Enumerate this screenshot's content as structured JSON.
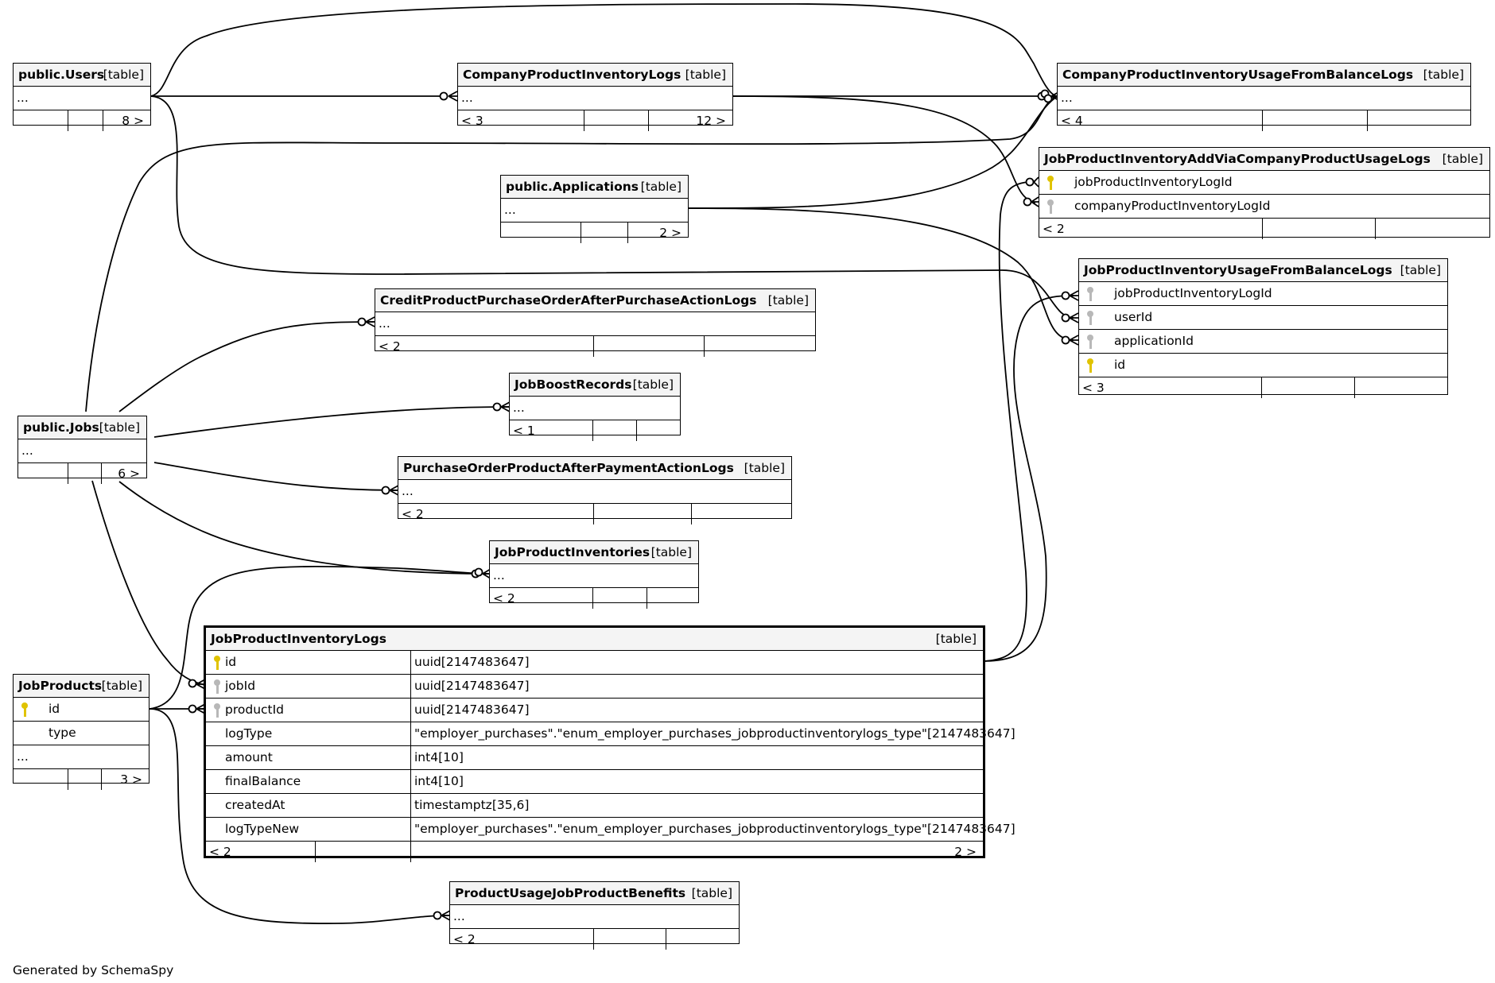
{
  "diagram": {
    "credit": "Generated by SchemaSpy",
    "tables": {
      "users": {
        "name": "public.Users",
        "kind": "[table]",
        "row": "...",
        "left": "",
        "right": "8 >"
      },
      "cpil": {
        "name": "CompanyProductInventoryLogs",
        "kind": "[table]",
        "row": "...",
        "left": "< 3",
        "right": "12 >"
      },
      "cpiufbl": {
        "name": "CompanyProductInventoryUsageFromBalanceLogs",
        "kind": "[table]",
        "row": "...",
        "left": "< 4",
        "right": ""
      },
      "jpiavcpul": {
        "name": "JobProductInventoryAddViaCompanyProductUsageLogs",
        "kind": "[table]",
        "columns": [
          {
            "name": "jobProductInventoryLogId",
            "key": "pk"
          },
          {
            "name": "companyProductInventoryLogId",
            "key": "fk"
          }
        ],
        "left": "< 2",
        "right": ""
      },
      "apps": {
        "name": "public.Applications",
        "kind": "[table]",
        "row": "...",
        "left": "",
        "right": "2 >"
      },
      "jpiufbl": {
        "name": "JobProductInventoryUsageFromBalanceLogs",
        "kind": "[table]",
        "columns": [
          {
            "name": "jobProductInventoryLogId",
            "key": "fk"
          },
          {
            "name": "userId",
            "key": "fk"
          },
          {
            "name": "applicationId",
            "key": "fk"
          },
          {
            "name": "id",
            "key": "pk"
          }
        ],
        "left": "< 3",
        "right": ""
      },
      "cppoapal": {
        "name": "CreditProductPurchaseOrderAfterPurchaseActionLogs",
        "kind": "[table]",
        "row": "...",
        "left": "< 2",
        "right": ""
      },
      "jbr": {
        "name": "JobBoostRecords",
        "kind": "[table]",
        "row": "...",
        "left": "< 1",
        "right": ""
      },
      "jobs": {
        "name": "public.Jobs",
        "kind": "[table]",
        "row": "...",
        "left": "",
        "right": "6 >"
      },
      "popapal": {
        "name": "PurchaseOrderProductAfterPaymentActionLogs",
        "kind": "[table]",
        "row": "...",
        "left": "< 2",
        "right": ""
      },
      "jpinv": {
        "name": "JobProductInventories",
        "kind": "[table]",
        "row": "...",
        "left": "< 2",
        "right": ""
      },
      "jpil": {
        "name": "JobProductInventoryLogs",
        "kind": "[table]",
        "columns": [
          {
            "name": "id",
            "key": "pk",
            "type": "uuid[2147483647]"
          },
          {
            "name": "jobId",
            "key": "fk",
            "type": "uuid[2147483647]"
          },
          {
            "name": "productId",
            "key": "fk",
            "type": "uuid[2147483647]"
          },
          {
            "name": "logType",
            "key": "",
            "type": "\"employer_purchases\".\"enum_employer_purchases_jobproductinventorylogs_type\"[2147483647]"
          },
          {
            "name": "amount",
            "key": "",
            "type": "int4[10]"
          },
          {
            "name": "finalBalance",
            "key": "",
            "type": "int4[10]"
          },
          {
            "name": "createdAt",
            "key": "",
            "type": "timestamptz[35,6]"
          },
          {
            "name": "logTypeNew",
            "key": "",
            "type": "\"employer_purchases\".\"enum_employer_purchases_jobproductinventorylogs_type\"[2147483647]"
          }
        ],
        "left": "< 2",
        "right": "2 >"
      },
      "jobproducts": {
        "name": "JobProducts",
        "kind": "[table]",
        "columns": [
          {
            "name": "id",
            "key": "pk"
          },
          {
            "name": "type",
            "key": ""
          }
        ],
        "row": "...",
        "left": "",
        "right": "3 >"
      },
      "pujpb": {
        "name": "ProductUsageJobProductBenefits",
        "kind": "[table]",
        "row": "...",
        "left": "< 2",
        "right": ""
      }
    },
    "relationships": [
      {
        "from": "public.Users",
        "to": "CompanyProductInventoryLogs"
      },
      {
        "from": "public.Users",
        "to": "CompanyProductInventoryUsageFromBalanceLogs"
      },
      {
        "from": "public.Users",
        "to": "JobProductInventoryUsageFromBalanceLogs"
      },
      {
        "from": "CompanyProductInventoryLogs",
        "to": "CompanyProductInventoryUsageFromBalanceLogs"
      },
      {
        "from": "CompanyProductInventoryLogs",
        "to": "JobProductInventoryAddViaCompanyProductUsageLogs"
      },
      {
        "from": "public.Applications",
        "to": "CompanyProductInventoryUsageFromBalanceLogs"
      },
      {
        "from": "public.Applications",
        "to": "JobProductInventoryUsageFromBalanceLogs"
      },
      {
        "from": "public.Jobs",
        "to": "CompanyProductInventoryUsageFromBalanceLogs"
      },
      {
        "from": "public.Jobs",
        "to": "CreditProductPurchaseOrderAfterPurchaseActionLogs"
      },
      {
        "from": "public.Jobs",
        "to": "JobBoostRecords"
      },
      {
        "from": "public.Jobs",
        "to": "PurchaseOrderProductAfterPaymentActionLogs"
      },
      {
        "from": "public.Jobs",
        "to": "JobProductInventories"
      },
      {
        "from": "public.Jobs",
        "to": "JobProductInventoryLogs"
      },
      {
        "from": "JobProducts",
        "to": "JobProductInventoryLogs"
      },
      {
        "from": "JobProducts",
        "to": "JobProductInventories"
      },
      {
        "from": "JobProducts",
        "to": "ProductUsageJobProductBenefits"
      },
      {
        "from": "JobProductInventoryLogs",
        "to": "JobProductInventoryAddViaCompanyProductUsageLogs"
      },
      {
        "from": "JobProductInventoryLogs",
        "to": "JobProductInventoryUsageFromBalanceLogs"
      }
    ]
  }
}
